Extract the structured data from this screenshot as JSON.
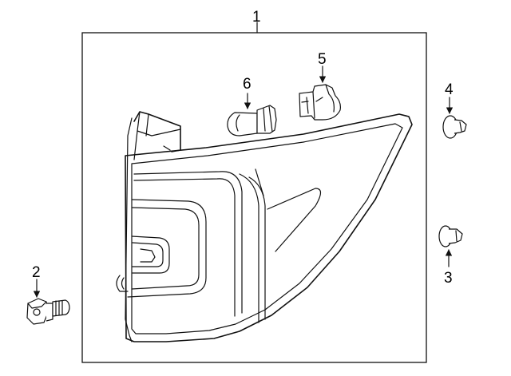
{
  "diagram": {
    "callouts": {
      "assembly": "1",
      "bolt": "2",
      "nut_lower": "3",
      "nut_upper": "4",
      "socket": "5",
      "bulb": "6"
    }
  }
}
